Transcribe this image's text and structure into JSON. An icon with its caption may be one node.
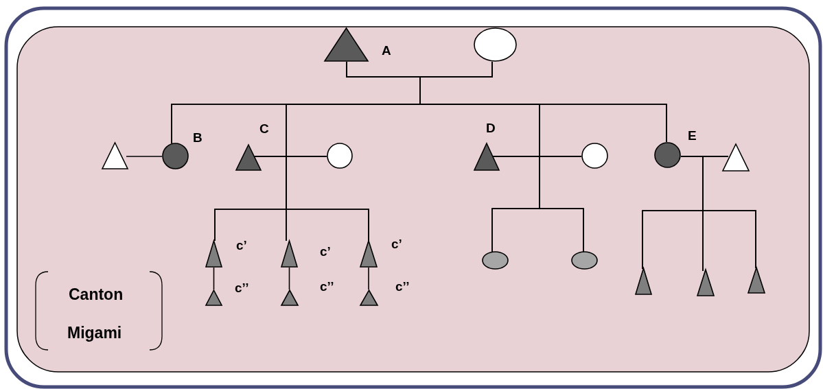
{
  "diagram": {
    "nodes": [
      {
        "text": [],
        "shape": "triangle",
        "beside": [
          "A"
        ]
      },
      {
        "text": [],
        "shape": "circle"
      },
      {
        "text": [],
        "shape": "triangle"
      },
      {
        "text": [],
        "shape": "circle",
        "beside": [
          "B"
        ]
      },
      {
        "text": [],
        "shape": "triangle",
        "beside": [
          "C"
        ]
      },
      {
        "text": [],
        "shape": "circle"
      },
      {
        "text": [],
        "shape": "triangle",
        "beside": [
          "D"
        ]
      },
      {
        "text": [],
        "shape": "circle"
      },
      {
        "text": [],
        "shape": "circle",
        "beside": [
          "E"
        ]
      },
      {
        "text": [],
        "shape": "triangle"
      },
      {
        "text": [],
        "shape": "triangle",
        "beside": [
          "c’"
        ]
      },
      {
        "text": [],
        "shape": "triangle",
        "beside": [
          "c’"
        ]
      },
      {
        "text": [],
        "shape": "triangle",
        "beside": [
          "c’"
        ]
      },
      {
        "text": [],
        "shape": "triangle",
        "beside": [
          "c’’"
        ]
      },
      {
        "text": [],
        "shape": "triangle",
        "beside": [
          "c’’"
        ]
      },
      {
        "text": [],
        "shape": "triangle",
        "beside": [
          "c’’"
        ]
      },
      {
        "text": [],
        "shape": "ellipse"
      },
      {
        "text": [],
        "shape": "ellipse"
      },
      {
        "text": [],
        "shape": "triangle"
      },
      {
        "text": [],
        "shape": "triangle"
      },
      {
        "text": [],
        "shape": "triangle"
      }
    ],
    "edges": [
      {
        "from": 0,
        "to": 1,
        "arrow": "none"
      },
      {
        "from": 2,
        "to": 3,
        "arrow": "none"
      },
      {
        "from": 4,
        "to": 5,
        "arrow": "none"
      },
      {
        "from": 6,
        "to": 7,
        "arrow": "none"
      },
      {
        "from": 8,
        "to": 9,
        "arrow": "none"
      },
      {
        "from": 0,
        "to": 3,
        "arrow": "none"
      },
      {
        "from": 0,
        "to": 4,
        "arrow": "none"
      },
      {
        "from": 0,
        "to": 6,
        "arrow": "none"
      },
      {
        "from": 0,
        "to": 8,
        "arrow": "none"
      },
      {
        "from": 1,
        "to": 3,
        "arrow": "none"
      },
      {
        "from": 1,
        "to": 4,
        "arrow": "none"
      },
      {
        "from": 1,
        "to": 6,
        "arrow": "none"
      },
      {
        "from": 1,
        "to": 8,
        "arrow": "none"
      },
      {
        "from": 4,
        "to": 10,
        "arrow": "none"
      },
      {
        "from": 4,
        "to": 11,
        "arrow": "none"
      },
      {
        "from": 4,
        "to": 12,
        "arrow": "none"
      },
      {
        "from": 5,
        "to": 10,
        "arrow": "none"
      },
      {
        "from": 5,
        "to": 11,
        "arrow": "none"
      },
      {
        "from": 5,
        "to": 12,
        "arrow": "none"
      },
      {
        "from": 6,
        "to": 16,
        "arrow": "none"
      },
      {
        "from": 6,
        "to": 17,
        "arrow": "none"
      },
      {
        "from": 7,
        "to": 16,
        "arrow": "none"
      },
      {
        "from": 7,
        "to": 17,
        "arrow": "none"
      },
      {
        "from": 8,
        "to": 18,
        "arrow": "none"
      },
      {
        "from": 8,
        "to": 19,
        "arrow": "none"
      },
      {
        "from": 8,
        "to": 20,
        "arrow": "none"
      },
      {
        "from": 9,
        "to": 18,
        "arrow": "none"
      },
      {
        "from": 9,
        "to": 19,
        "arrow": "none"
      },
      {
        "from": 9,
        "to": 20,
        "arrow": "none"
      },
      {
        "from": 10,
        "to": 13,
        "arrow": "none"
      },
      {
        "from": 11,
        "to": 14,
        "arrow": "none"
      },
      {
        "from": 12,
        "to": 15,
        "arrow": "none"
      }
    ],
    "labels": [
      "Canton",
      "Migami"
    ]
  }
}
